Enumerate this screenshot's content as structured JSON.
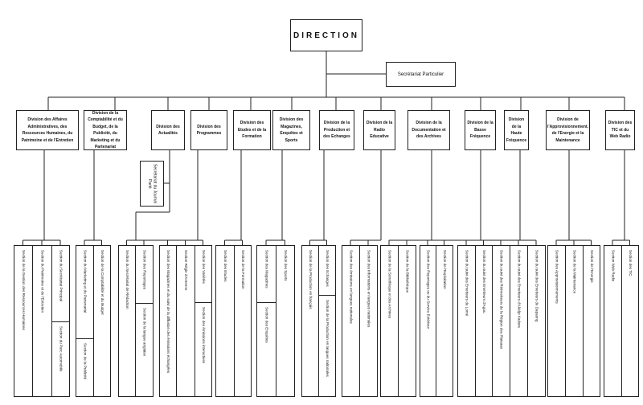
{
  "direction": "DIRECTION",
  "secretariat": "Secrétariat Particulier",
  "journal": "Secrétariat du Journal Parlé",
  "divisions": [
    {
      "title": "Division des Affaires Administratives, des Ressources Humaines, du Patrimoine et de l'Entretien",
      "columns": [
        [
          "Section de la Gestion des Ressources Humaines"
        ],
        [
          "Section du Patrimoine et de l'Entretien"
        ],
        [
          "Section du Secrétariat Principal",
          "Section du Parc Automobile"
        ]
      ]
    },
    {
      "title": "Division de la Comptabilité et du Budget, de la Publicité, du Marketing et du Partenariat",
      "columns": [
        [
          "Section du Marketing et du Partenariat",
          "Section de la Publicité"
        ],
        [
          "Section de la Comptabilité et du Budget"
        ]
      ]
    },
    {
      "title": "Division des Actualités",
      "columns": [
        [
          "Section du Secrétariat de Rédaction"
        ],
        [
          "Section des Reportages",
          "Section de la langue anglaise"
        ]
      ]
    },
    {
      "title": "Division des Programmes",
      "columns": [
        [
          "Section des Magazines et du suivi de la diffusion des émissions échangées"
        ],
        [
          "Section Régie d'Antenne"
        ],
        [
          "Section des Variétés",
          "Section des émissions interactives"
        ]
      ]
    },
    {
      "title": "Division des Etudes et de la Formation",
      "columns": [
        [
          "Section des Etudes"
        ],
        [
          "Section de la Formation"
        ]
      ]
    },
    {
      "title": "Division des Magazines, Enquêtes et Sports",
      "columns": [
        [
          "Section des Magazines",
          "Section des Enquêtes"
        ],
        [
          "Section des Sports"
        ]
      ]
    },
    {
      "title": "Division de la Production et des Echanges",
      "columns": [
        [
          "Section de la Production en français"
        ],
        [
          "Section des Echanges",
          "Section de la Production en langues nationales"
        ]
      ]
    },
    {
      "title": "Division de la Radio Educative",
      "columns": [
        [
          "Section des émissions en langues nationales"
        ],
        [
          "Section des informations en langues nationales"
        ]
      ]
    },
    {
      "title": "Division de la Documentation et des Archives",
      "columns": [
        [
          "Section de la Sonothèque et des Archives"
        ],
        [
          "Section de la Bibliothèque"
        ]
      ]
    },
    {
      "title": "Division de la Basse Fréquence",
      "columns": [
        [
          "Section des Reportages ou du Service Extérieur"
        ],
        [
          "Section de l'Exploitation"
        ]
      ]
    },
    {
      "title": "Division de la Haute Fréquence",
      "columns": [
        [
          "Section du suivi des Emetteurs de Lomé"
        ],
        [
          "Section du suivi des Emetteurs d'Agou"
        ],
        [
          "Section du suivi des Réémetteurs de la Région des Plateaux"
        ],
        [
          "Section du suivi des Emetteurs d'Alédjo Kadara"
        ],
        [
          "Section du suivi des Emetteurs de Dapaong"
        ]
      ]
    },
    {
      "title": "Division de l'Approvisionnement, de l'Energie et la Maintenance",
      "columns": [
        [
          "Section des Approvisionnements"
        ],
        [
          "Section de la Maintenance"
        ],
        [
          "Section de l'Energie"
        ]
      ]
    },
    {
      "title": "Division des TIC et du Web Radio",
      "columns": [
        [
          "Section Web Radio"
        ],
        [
          "Section des TIC"
        ]
      ]
    }
  ]
}
